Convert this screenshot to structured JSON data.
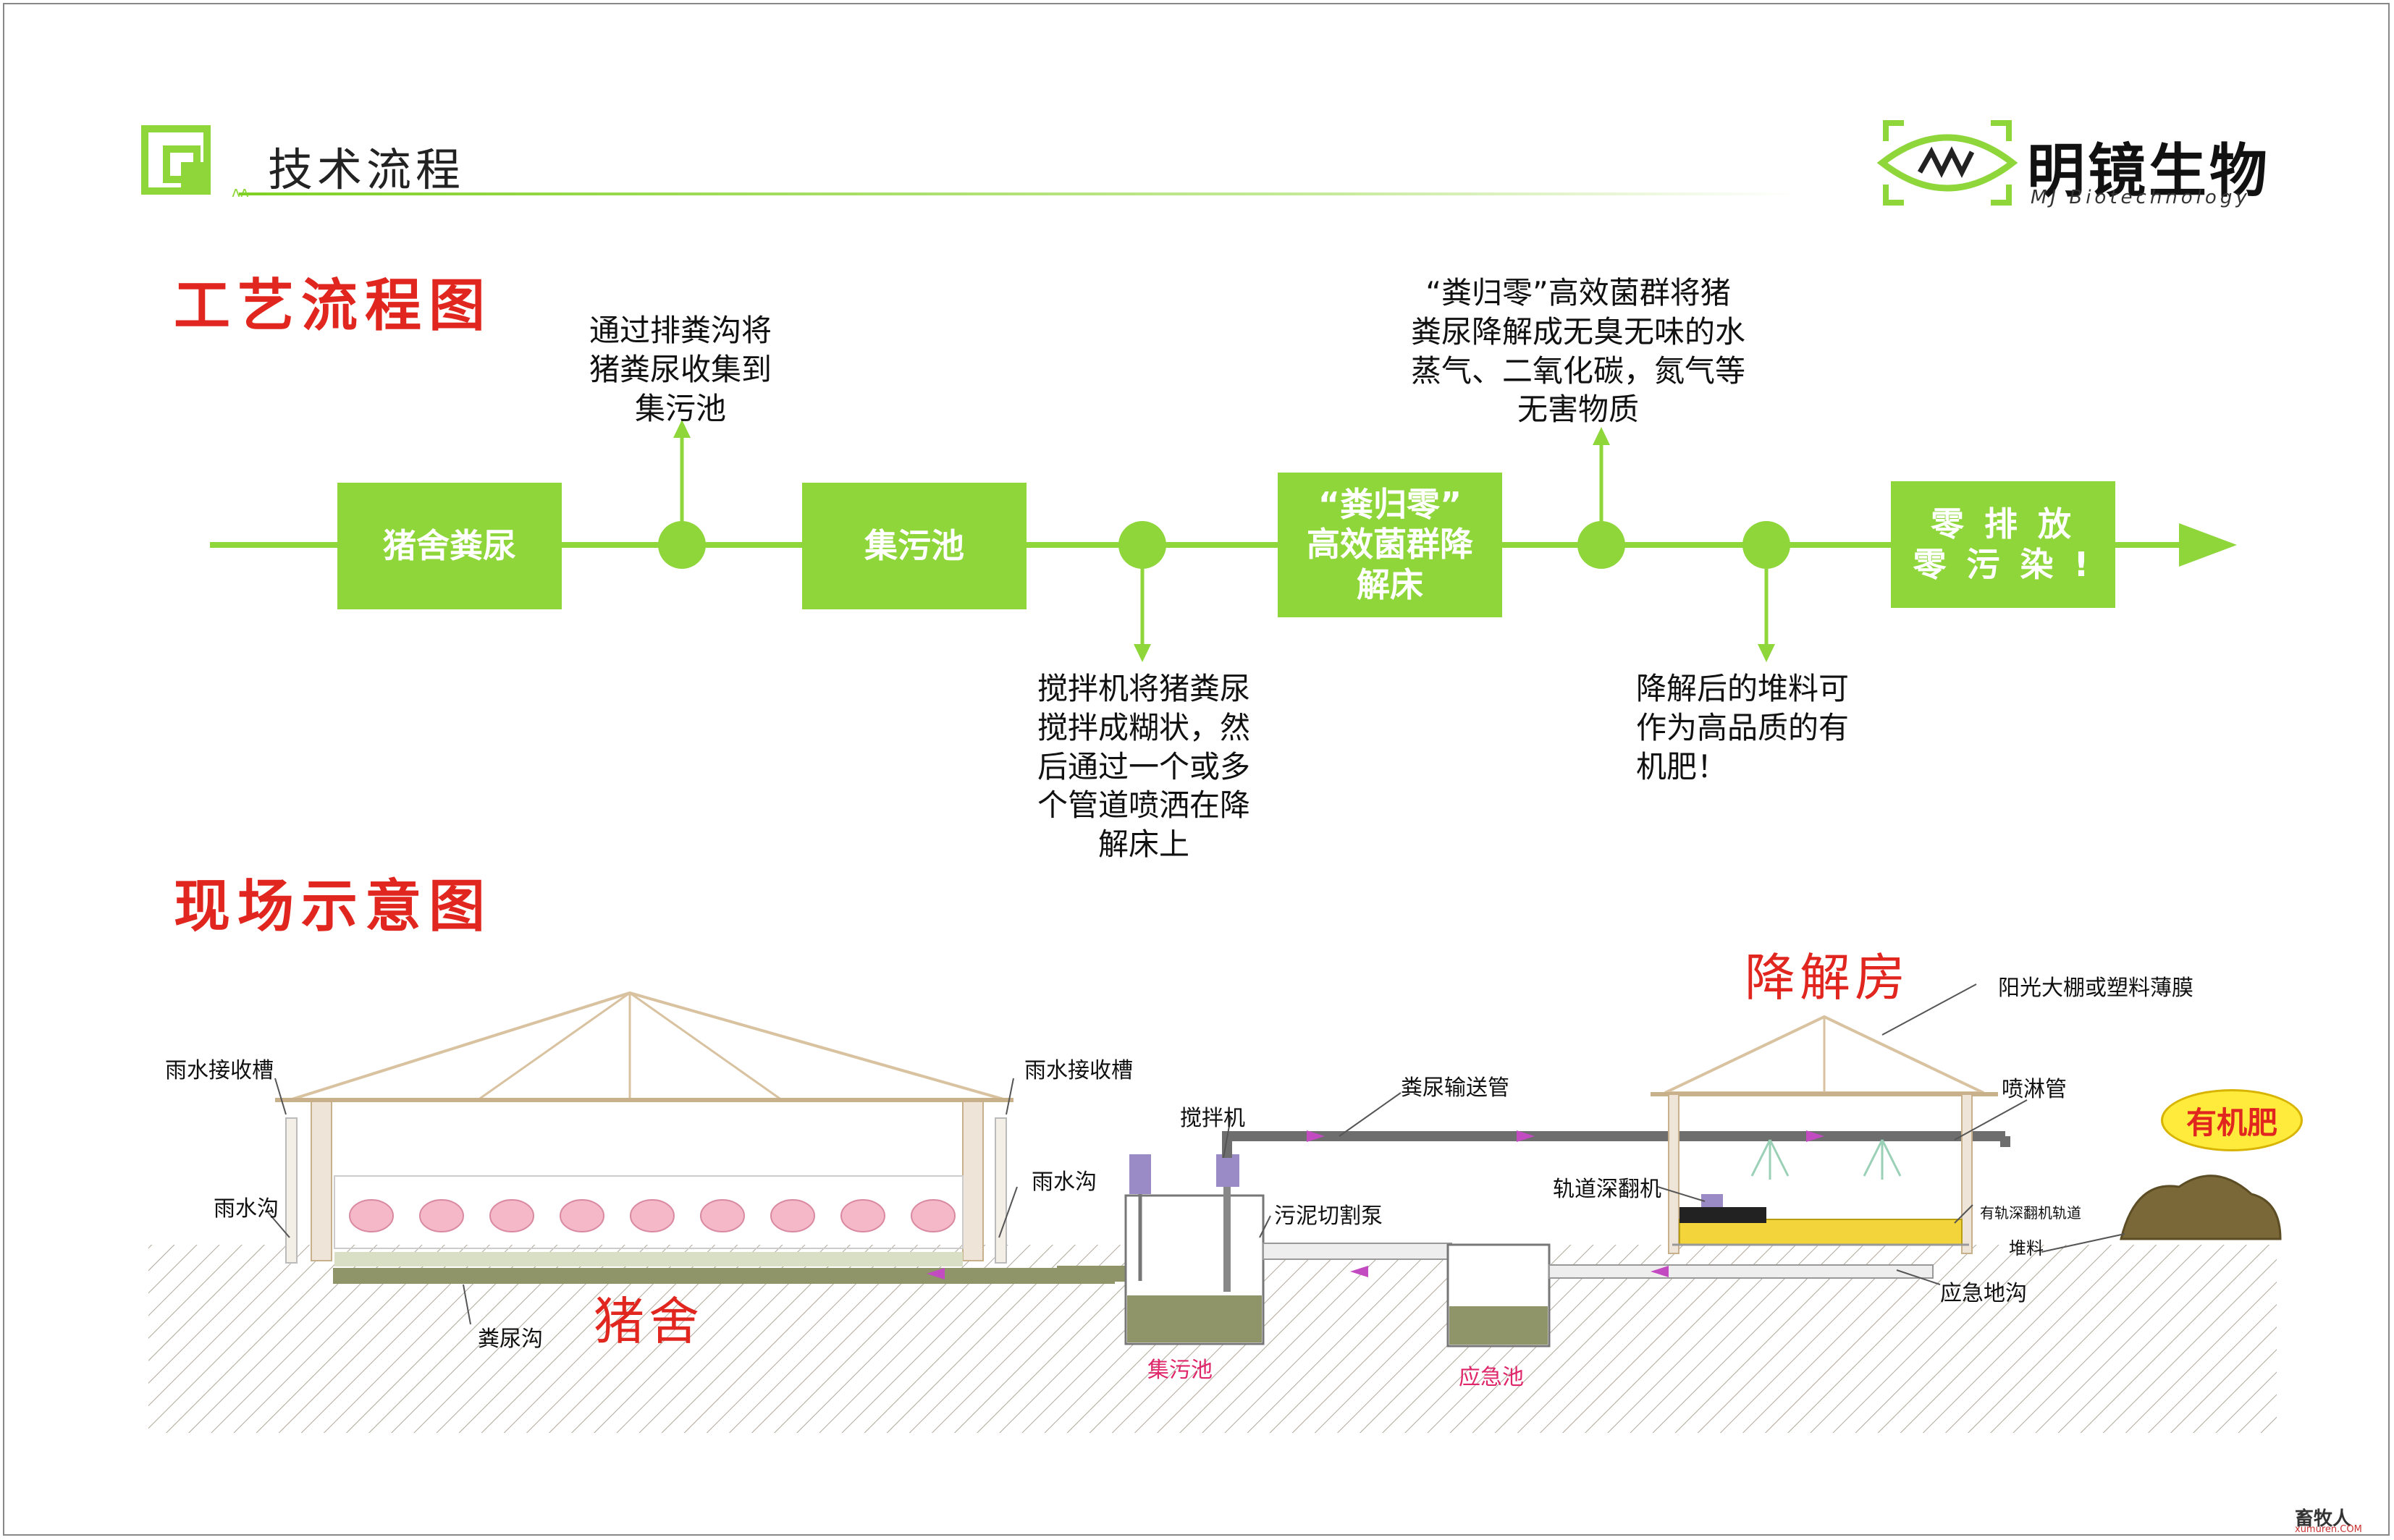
{
  "header": {
    "title": "技术流程"
  },
  "brand": {
    "name_cn": "明镜生物",
    "name_en": "MJ Biotechnology"
  },
  "sections": {
    "flow_title": "工艺流程图",
    "site_title": "现场示意图"
  },
  "flow": {
    "boxes": [
      "猪舍粪尿",
      "集污池",
      "“粪归零”\n高效菌群降\n解床",
      "零 排 放\n零 污 染 !"
    ],
    "notes": {
      "collect": "通过排粪沟将\n猪粪尿收集到\n集污池",
      "stir": "搅拌机将猪粪尿\n搅拌成糊状，然\n后通过一个或多\n个管道喷洒在降\n解床上",
      "bacteria": "“粪归零”高效菌群将猪\n粪尿降解成无臭无味的水\n蒸气、二氧化碳，氮气等\n无害物质",
      "fertilizer": "降解后的堆料可\n作为高品质的有\n机肥！"
    }
  },
  "site": {
    "labels": {
      "rain_trough_left": "雨水接收槽",
      "rain_trough_right": "雨水接收槽",
      "rain_ditch_left": "雨水沟",
      "rain_ditch_right": "雨水沟",
      "manure_ditch": "粪尿沟",
      "pig_house": "猪舍",
      "mixer": "搅拌机",
      "pipe": "粪尿输送管",
      "pump": "污泥切割泵",
      "collect_pool": "集污池",
      "emergency_pool": "应急池",
      "degrade_room": "降解房",
      "greenhouse": "阳光大棚或塑料薄膜",
      "spray_pipe": "喷淋管",
      "turner": "轨道深翻机",
      "track": "有轨深翻机轨道",
      "compost": "堆料",
      "emergency_ditch": "应急地沟",
      "organic": "有机肥"
    }
  },
  "watermark": {
    "cn": "畜牧人",
    "en": "xumuren.COM"
  },
  "colors": {
    "green": "#8ed63a",
    "red": "#e0261f",
    "pink": "#e0266a"
  }
}
